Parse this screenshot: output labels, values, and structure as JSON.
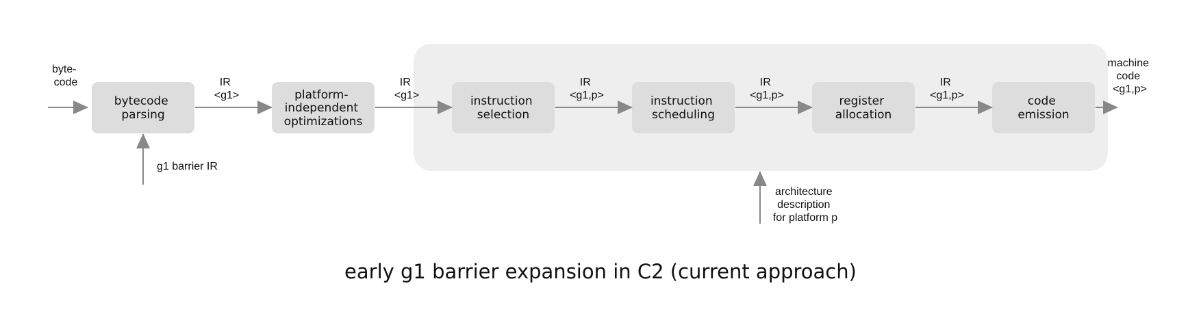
{
  "colors": {
    "background": "#ffffff",
    "stage_fill": "#dddddd",
    "group_fill": "#eeeeee",
    "arrow": "#888888",
    "text": "#111111"
  },
  "stages": {
    "bytecode_parsing": [
      "bytecode",
      "parsing"
    ],
    "platform_independent_optimizations": [
      "platform-",
      "independent",
      "optimizations"
    ],
    "instruction_selection": [
      "instruction",
      "selection"
    ],
    "instruction_scheduling": [
      "instruction",
      "scheduling"
    ],
    "register_allocation": [
      "register",
      "allocation"
    ],
    "code_emission": [
      "code",
      "emission"
    ]
  },
  "edge_labels": {
    "input": [
      "byte-",
      "code"
    ],
    "after_parsing": [
      "IR",
      "<g1>"
    ],
    "after_optimizations": [
      "IR",
      "<g1>"
    ],
    "after_selection": [
      "IR",
      "<g1,p>"
    ],
    "after_scheduling": [
      "IR",
      "<g1,p>"
    ],
    "after_allocation": [
      "IR",
      "<g1,p>"
    ],
    "output": [
      "machine",
      "code",
      "<g1,p>"
    ]
  },
  "inputs": {
    "g1_barrier_ir": "g1 barrier IR",
    "architecture_description": [
      "architecture",
      "description",
      "for platform p"
    ]
  },
  "caption": "early g1 barrier expansion in C2 (current approach)"
}
